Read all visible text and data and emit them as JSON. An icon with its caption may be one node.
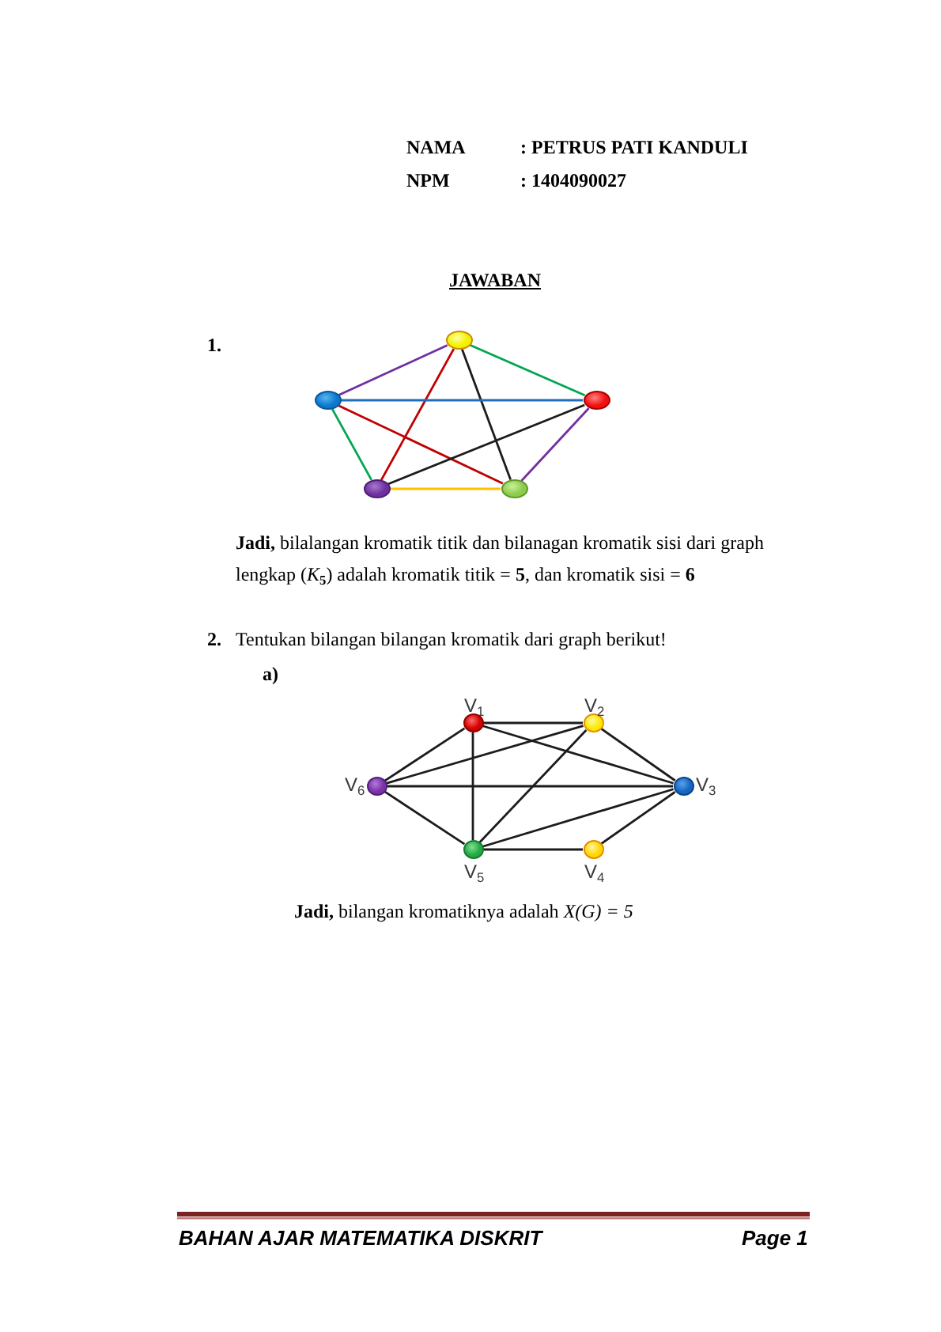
{
  "diagram": {
    "title": "JAWABAN",
    "nodes": [
      {
        "text": [],
        "shape": "circle"
      },
      {
        "text": [],
        "shape": "circle"
      },
      {
        "text": [],
        "shape": "circle"
      },
      {
        "text": [],
        "shape": "circle"
      },
      {
        "text": [],
        "shape": "circle"
      },
      {
        "text": [],
        "shape": "circle",
        "beside": [
          "V$_{1}$"
        ]
      },
      {
        "text": [],
        "shape": "circle",
        "beside": [
          "V$_{2}$"
        ]
      },
      {
        "text": [],
        "shape": "circle",
        "beside": [
          "V$_{6}$"
        ]
      },
      {
        "text": [],
        "shape": "circle",
        "beside": [
          "V$_{3}$"
        ]
      },
      {
        "text": [],
        "shape": "circle",
        "beside": [
          "V$_{5}$"
        ]
      },
      {
        "text": [],
        "shape": "circle",
        "beside": [
          "V$_{4}$"
        ]
      }
    ],
    "edges": [
      {
        "from": 0,
        "to": 1,
        "arrow": "none",
        "color": "#7030a0"
      },
      {
        "from": 0,
        "to": 2,
        "arrow": "none",
        "color": "#00a651"
      },
      {
        "from": 0,
        "to": 3,
        "arrow": "none",
        "color": "#c00000"
      },
      {
        "from": 0,
        "to": 4,
        "arrow": "none"
      },
      {
        "from": 1,
        "to": 2,
        "arrow": "none",
        "color": "#1f6fb8"
      },
      {
        "from": 1,
        "to": 3,
        "arrow": "none",
        "color": "#00a651"
      },
      {
        "from": 1,
        "to": 4,
        "arrow": "none",
        "color": "#c00000"
      },
      {
        "from": 2,
        "to": 3,
        "arrow": "none"
      },
      {
        "from": 2,
        "to": 4,
        "arrow": "none",
        "color": "#7030a0"
      },
      {
        "from": 3,
        "to": 4,
        "arrow": "none",
        "color": "#ffc000"
      },
      {
        "from": 5,
        "to": 6,
        "arrow": "none"
      },
      {
        "from": 5,
        "to": 8,
        "arrow": "none"
      },
      {
        "from": 5,
        "to": 9,
        "arrow": "none"
      },
      {
        "from": 5,
        "to": 7,
        "arrow": "none"
      },
      {
        "from": 6,
        "to": 7,
        "arrow": "none"
      },
      {
        "from": 6,
        "to": 9,
        "arrow": "none"
      },
      {
        "from": 6,
        "to": 8,
        "arrow": "none"
      },
      {
        "from": 7,
        "to": 8,
        "arrow": "none"
      },
      {
        "from": 7,
        "to": 9,
        "arrow": "none"
      },
      {
        "from": 9,
        "to": 8,
        "arrow": "none"
      },
      {
        "from": 9,
        "to": 10,
        "arrow": "none"
      },
      {
        "from": 10,
        "to": 8,
        "arrow": "none"
      }
    ],
    "labels": [
      "NAMA",
      ": PETRUS PATI KANDULI",
      "NPM",
      ": 1404090027",
      "1.",
      "**Jadi,** bilalangan kromatik titik dan bilanagan kromatik sisi dari graph lengkap (*K*$_{5}$) adalah kromatik titik = **5**, dan kromatik sisi = **6**",
      "2.",
      "Tentukan bilangan bilangan kromatik dari graph berikut!",
      "a)",
      "**Jadi,** bilangan kromatiknya adalah *X(G) = 5*",
      "BAHAN AJAR MATEMATIKA DISKRIT",
      "Page 1"
    ]
  }
}
